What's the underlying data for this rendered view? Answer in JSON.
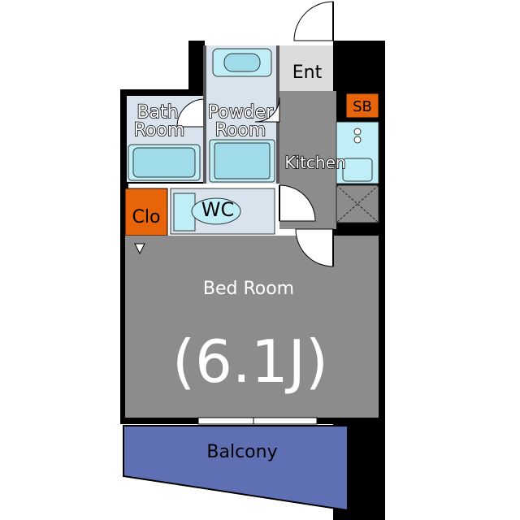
{
  "plan": {
    "rooms": {
      "entrance": "Ent",
      "shoe_box": "SB",
      "bath_line1": "Bath",
      "bath_line2": "Room",
      "powder_line1": "Powder",
      "powder_line2": "Room",
      "kitchen": "Kitchen",
      "closet": "Clo",
      "toilet": "WC",
      "bedroom": "Bed Room",
      "bedroom_size": "(6.1J)",
      "balcony": "Balcony"
    },
    "colors": {
      "wall": "#000000",
      "floor": "#8c8c8c",
      "wet_area": "#d9e3ee",
      "fixture": "#bfeef7",
      "closet": "#e8640a",
      "balcony": "#5f6fb4",
      "entrance": "#dcdcdc"
    }
  }
}
